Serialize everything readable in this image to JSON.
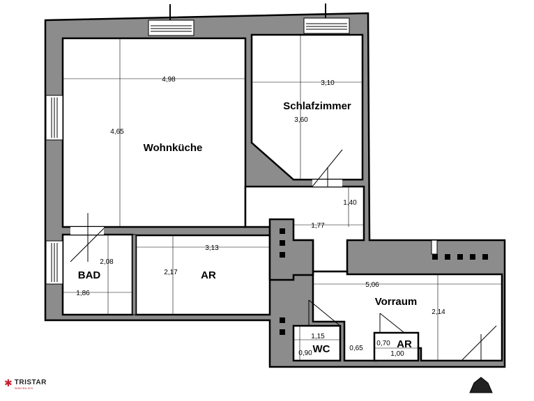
{
  "rooms": {
    "wohnkueche": "Wohnküche",
    "schlafzimmer": "Schlafzimmer",
    "bad": "BAD",
    "ar_main": "AR",
    "vorraum": "Vorraum",
    "wc": "WC",
    "ar_small": "AR"
  },
  "dimensions": {
    "wohnkueche_width": "4,98",
    "wohnkueche_depth": "4,65",
    "schlafzimmer_width": "3,10",
    "schlafzimmer_depth": "3,60",
    "passage_depth": "1,40",
    "passage_width": "1,77",
    "ar_width": "3,13",
    "ar_depth": "2,17",
    "bad_depth": "2,08",
    "bad_width": "1,86",
    "vorraum_width": "5,06",
    "vorraum_depth": "2,14",
    "wc_width": "1,15",
    "wc_depth": "0,90",
    "door_width": "0,65",
    "ar_small_depth": "0,70",
    "ar_small_width": "1,00"
  },
  "brand": {
    "name": "TRISTAR",
    "tagline": "IMMOBILIEN"
  },
  "colors": {
    "wall": "#8c8c8c",
    "brand_red": "#c8202f"
  },
  "icons": {
    "brand": "star-icon",
    "north": "north-arrow-icon"
  }
}
